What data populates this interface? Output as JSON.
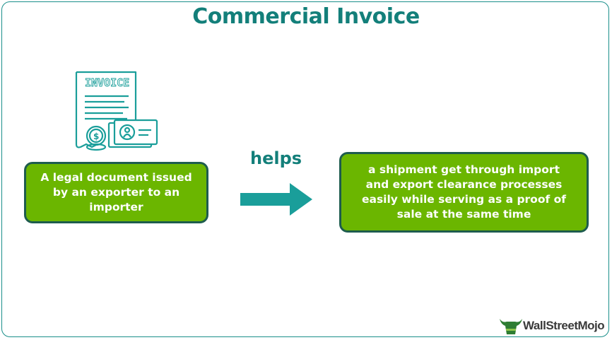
{
  "title": "Commercial Invoice",
  "icon": {
    "name": "invoice-icon",
    "label": "INVOICE"
  },
  "left_box": {
    "text": "A legal document issued by an exporter to an importer"
  },
  "connector": {
    "label": "helps",
    "icon": "right-arrow-icon"
  },
  "right_box": {
    "text": "a shipment get through import and export clearance processes easily while serving as a proof of sale at the same time"
  },
  "brand": {
    "name": "WallStreetMojo",
    "icon": "bull-logo-icon"
  },
  "colors": {
    "teal": "#137f7a",
    "green": "#6bb600",
    "box_border": "#1e5c4e",
    "arrow": "#1a9e9a"
  }
}
